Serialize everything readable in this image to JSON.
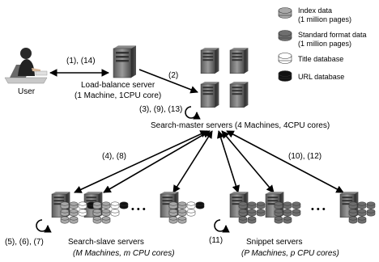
{
  "legend": {
    "items": [
      {
        "label1": "Index data",
        "label2": "(1 million pages)",
        "color": "#a8a8a8"
      },
      {
        "label1": "Standard format data",
        "label2": "(1 million pages)",
        "color": "#6e6e6e"
      },
      {
        "label1": "Title database",
        "label2": "",
        "color": "#ffffff"
      },
      {
        "label1": "URL database",
        "label2": "",
        "color": "#111111"
      }
    ]
  },
  "user": {
    "label": "User"
  },
  "load_balance": {
    "title": "Load-balance server",
    "detail": "(1 Machine, 1CPU core)"
  },
  "search_master": {
    "label": "Search-master servers (4 Machines, 4CPU cores)"
  },
  "search_slave": {
    "title": "Search-slave servers",
    "detail": "(M Machines, m CPU cores)"
  },
  "snippet": {
    "title": "Snippet servers",
    "detail": "(P Machines, p CPU cores)"
  },
  "arrows": {
    "user_lb": "(1), (14)",
    "lb_master": "(2)",
    "master_loop": "(3), (9), (13)",
    "master_slave": "(4), (8)",
    "slave_loop": "(5), (6), (7)",
    "master_snippet": "(10), (12)",
    "snippet_loop": "(11)"
  },
  "ellipsis": "• • •"
}
